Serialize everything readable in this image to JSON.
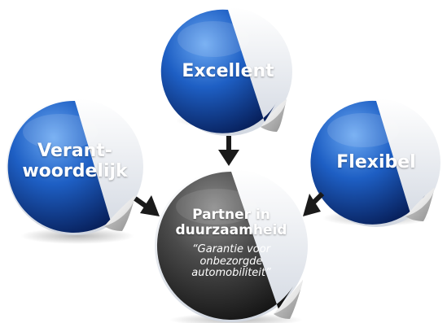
{
  "nodes": {
    "top": {
      "label": "Excellent"
    },
    "left": {
      "line1": "Verant-",
      "line2": "woordelijk"
    },
    "right": {
      "label": "Flexibel"
    },
    "center": {
      "title_line1": "Partner in",
      "title_line2": "duurzaamheid",
      "quote_line1": "“Garantie voor",
      "quote_line2": "onbezorgde",
      "quote_line3": "automobiliteit”"
    }
  },
  "colors": {
    "blue_dark": "#082a6e",
    "blue_mid": "#1a5bc0",
    "blue_light": "#4a8fe8",
    "center_dark": "#1c1c1c",
    "center_mid": "#6a6a6a",
    "arrow": "#1a1a1a"
  }
}
